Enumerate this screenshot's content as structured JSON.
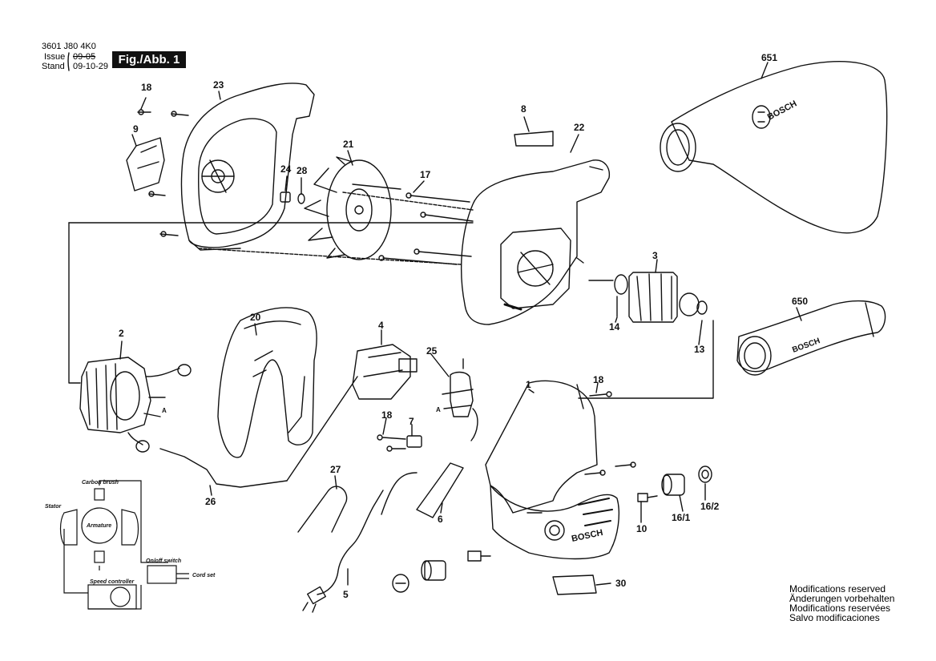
{
  "header": {
    "doc_number": "3601 J80 4K0",
    "issue_label": "Issue",
    "issue_value": "09-05",
    "stand_label": "Stand",
    "stand_value": "09-10-29",
    "figure": "Fig./Abb. 1"
  },
  "brand": "BOSCH",
  "parts": [
    "1",
    "2",
    "3",
    "4",
    "5",
    "6",
    "7",
    "8",
    "9",
    "10",
    "13",
    "14",
    "16/1",
    "16/2",
    "17",
    "18",
    "20",
    "21",
    "22",
    "23",
    "24",
    "25",
    "26",
    "27",
    "28",
    "30",
    "650",
    "651"
  ],
  "wiring": {
    "carbon_brush": "Carbon brush",
    "stator": "Stator",
    "armature": "Armature",
    "on_off_switch": "On/off switch",
    "cord_set": "Cord set",
    "speed_controller": "Speed controller"
  },
  "notes": [
    "Modifications reserved",
    "Änderungen vorbehalten",
    "Modifications reservées",
    "Salvo modificaciones"
  ]
}
